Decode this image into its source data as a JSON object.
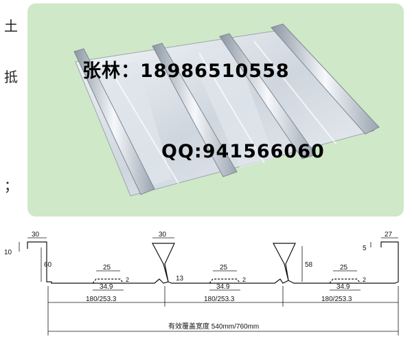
{
  "side_text": [
    "土",
    "抵",
    "；"
  ],
  "overlay": {
    "contact": "张林：18986510558",
    "qq": "QQ:941566060"
  },
  "dims": {
    "top_left_width": "30",
    "top_left_edge": "10",
    "left_height": "60",
    "mid_top_width": "30",
    "right_top_width": "27",
    "right_edge": "5",
    "rib_height": "58",
    "rib_width": "25",
    "rib_depth": "2",
    "rib_base": "34.9",
    "notch": "13",
    "pitch": "180/253.3",
    "total": "有效覆盖宽度 540mm/760mm"
  },
  "colors": {
    "panel_bg": "#cfe8c8",
    "steel_light": "#e8edf2",
    "steel_dark": "#8d97a3"
  }
}
